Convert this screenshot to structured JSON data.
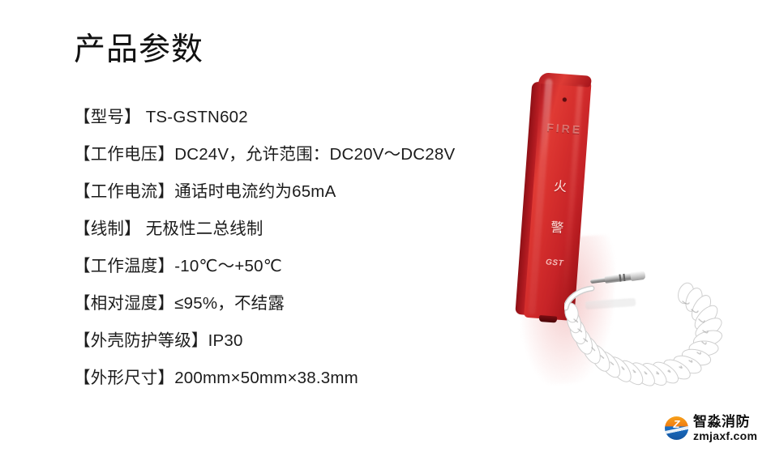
{
  "page": {
    "title": "产品参数",
    "background_color": "#ffffff"
  },
  "specs": [
    {
      "label": "【型号】",
      "value": "  TS-GSTN602",
      "text": "【型号】  TS-GSTN602"
    },
    {
      "label": "【工作电压】",
      "value": "DC24V，允许范围：DC20V～DC28V",
      "text": "【工作电压】DC24V，允许范围：DC20V～DC28V"
    },
    {
      "label": "【工作电流】",
      "value": "通话时电流约为65mA",
      "text": "【工作电流】通话时电流约为65mA"
    },
    {
      "label": "【线制】",
      "value": "  无极性二总线制",
      "text": "【线制】  无极性二总线制"
    },
    {
      "label": "【工作温度】",
      "value": "-10℃～+50℃",
      "text": "【工作温度】-10℃～+50℃"
    },
    {
      "label": "【相对湿度】",
      "value": "≤95%，不结露",
      "text": "【相对湿度】≤95%，不结露"
    },
    {
      "label": "【外壳防护等级】",
      "value": "IP30",
      "text": "【外壳防护等级】IP30"
    },
    {
      "label": "【外形尺寸】",
      "value": "200mm×50mm×38.3mm",
      "text": "【外形尺寸】200mm×50mm×38.3mm"
    }
  ],
  "product": {
    "alt": "红色消防电话分机手柄，带白色螺旋线及金属插头",
    "body_color": "#c6252a",
    "fire_label": "FIRE",
    "cn_label_top": "火",
    "cn_label_bottom": "警",
    "brand_mark": "GST",
    "cable_color": "#ffffff"
  },
  "watermark": {
    "brand_cn": "智淼消防",
    "url": "zmjaxf.com",
    "badge_letter": "Z",
    "badge_top_color": "#f39116",
    "badge_bottom_color": "#1560ae"
  }
}
